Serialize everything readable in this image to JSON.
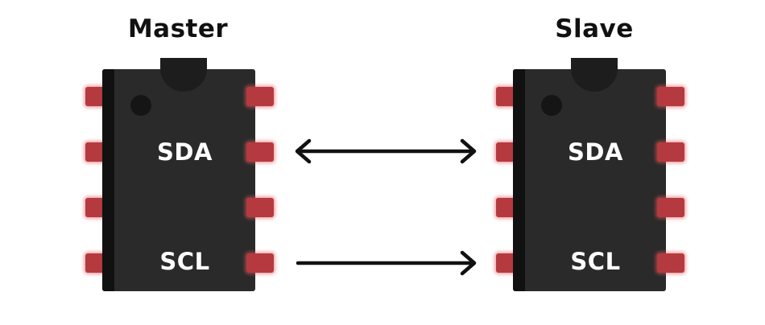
{
  "diagram": {
    "master": {
      "title": "Master",
      "pin_labels": {
        "sda": "SDA",
        "scl": "SCL"
      }
    },
    "slave": {
      "title": "Slave",
      "pin_labels": {
        "sda": "SDA",
        "scl": "SCL"
      }
    },
    "connections": [
      {
        "from": "master.sda",
        "to": "slave.sda",
        "direction": "bidirectional"
      },
      {
        "from": "master.scl",
        "to": "slave.scl",
        "direction": "master-to-slave"
      }
    ],
    "colors": {
      "chip_body": "#2a2a2a",
      "pin": "#b53a3f",
      "arrow": "#111111",
      "label": "#ffffff"
    }
  }
}
